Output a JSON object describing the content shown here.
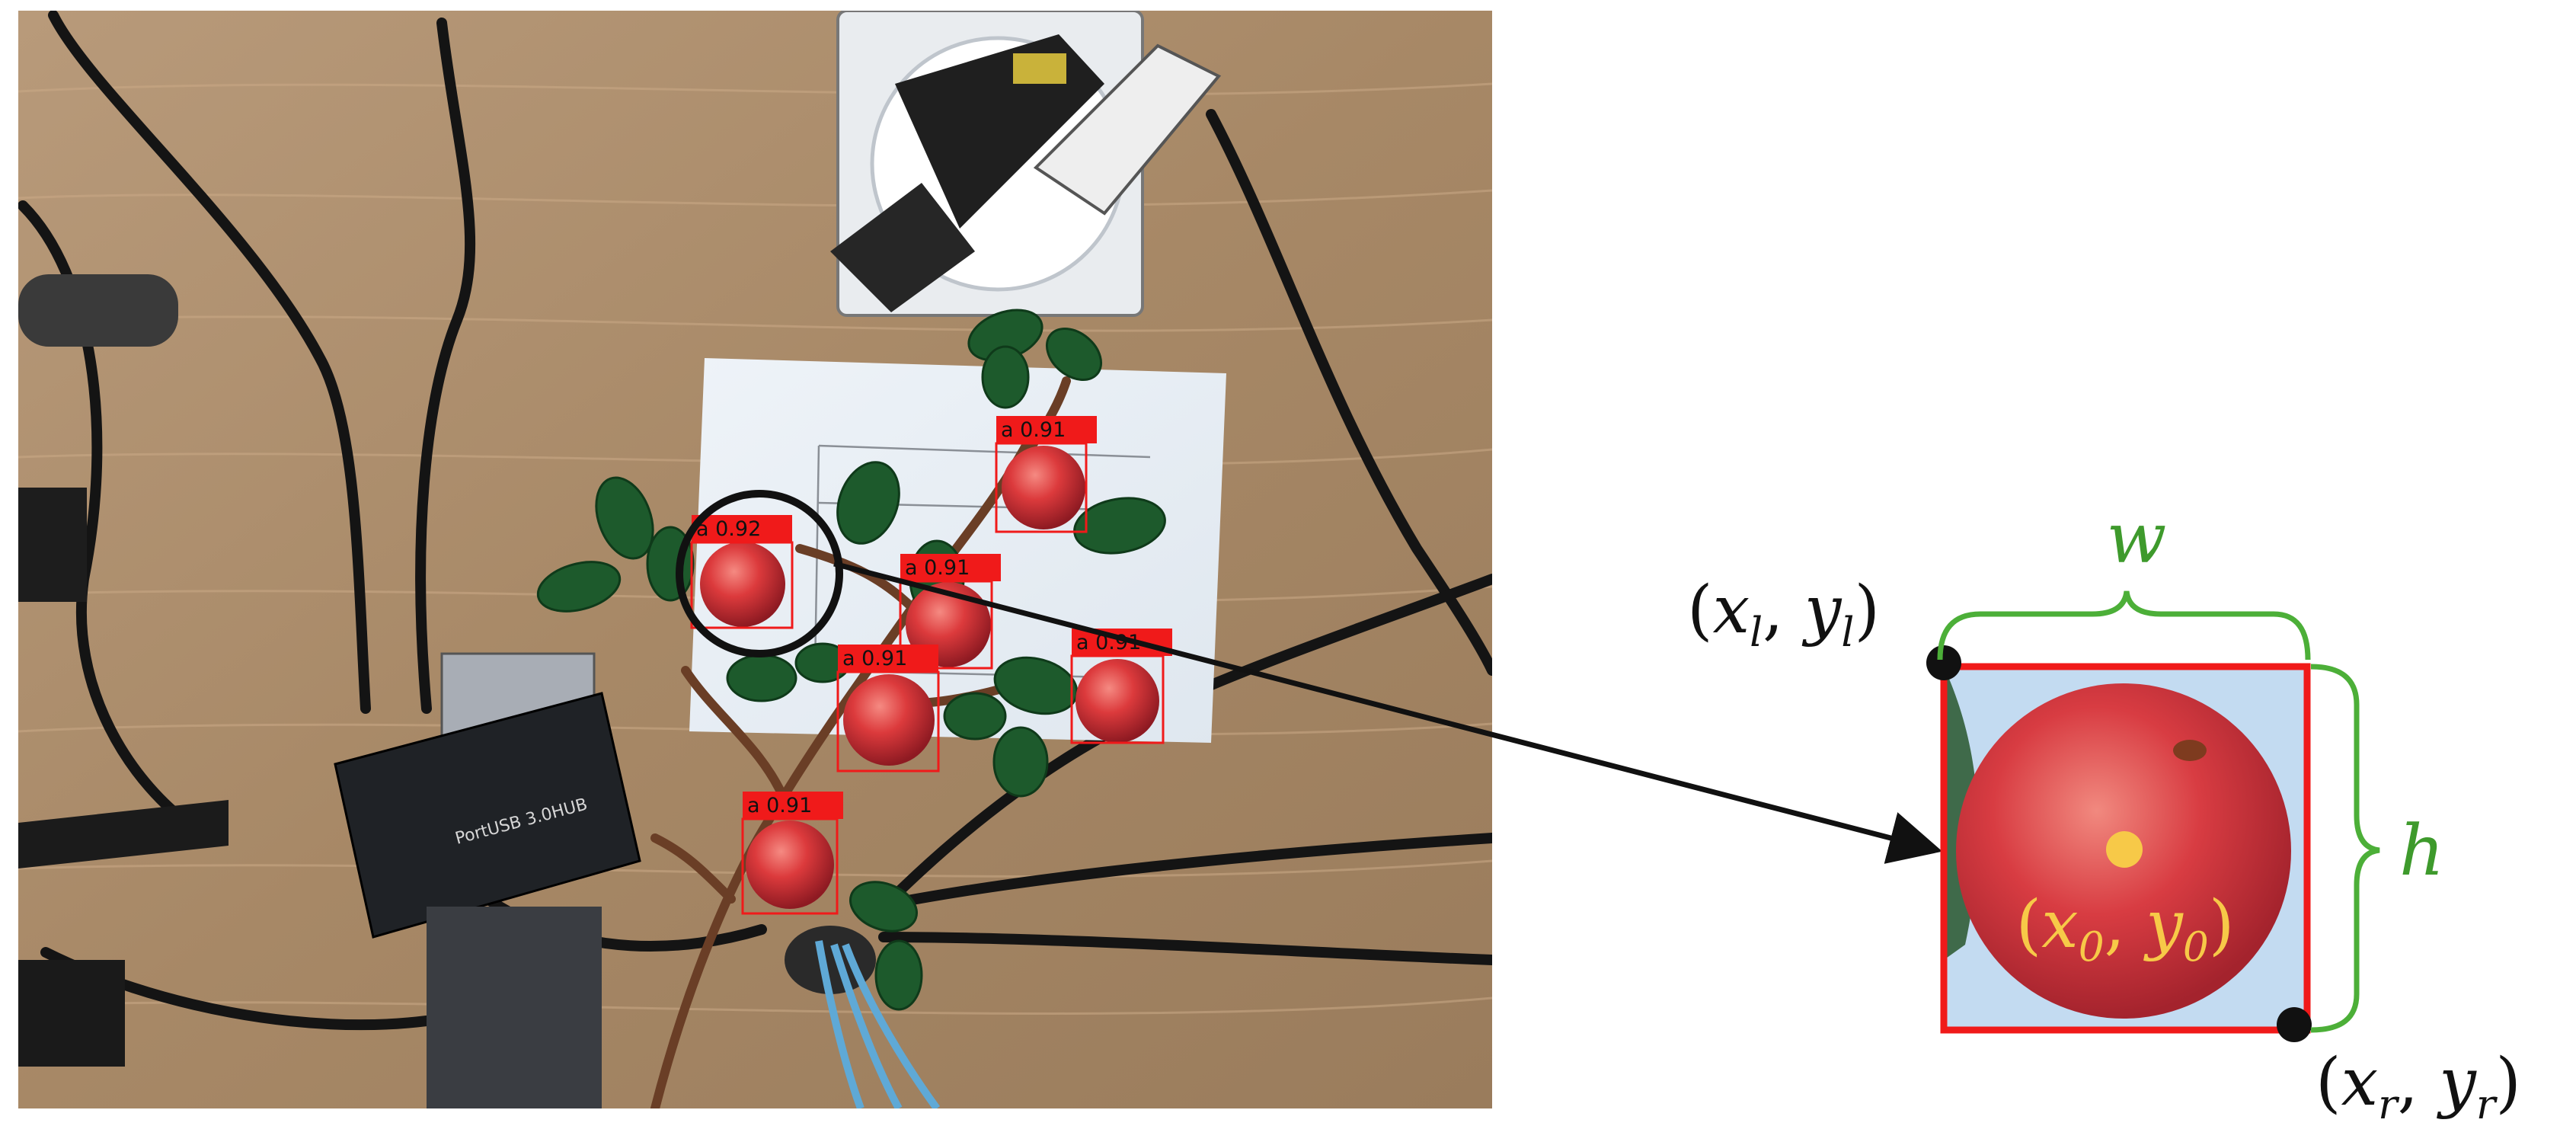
{
  "photo": {
    "detections": [
      {
        "label": "a 0.92",
        "class": "a",
        "score": "0.92"
      },
      {
        "label": "a 0.91",
        "class": "a",
        "score": "0.91"
      },
      {
        "label": "a 0.91",
        "class": "a",
        "score": "0.91"
      },
      {
        "label": "a 0.91",
        "class": "a",
        "score": "0.91"
      },
      {
        "label": "a 0.91",
        "class": "a",
        "score": "0.91"
      },
      {
        "label": "a 0.91",
        "class": "a",
        "score": "0.91"
      }
    ],
    "hub_text": "PortUSB 3.0HUB"
  },
  "zoom": {
    "width_symbol": "w",
    "height_symbol": "h",
    "top_left": {
      "open": "(",
      "x": "x",
      "x_sub": "l",
      "sep": ", ",
      "y": "y",
      "y_sub": "l",
      "close": ")"
    },
    "center": {
      "open": "(",
      "x": "x",
      "x_sub": "0",
      "sep": ", ",
      "y": "y",
      "y_sub": "0",
      "close": ")"
    },
    "bottom_right": {
      "open": "(",
      "x": "x",
      "x_sub": "r",
      "sep": ", ",
      "y": "y",
      "y_sub": "r",
      "close": ")"
    }
  },
  "colors": {
    "box_red": "#f01a1a",
    "brace_green": "#4caf38",
    "symbol_green": "#3e9a2c",
    "center_yellow": "#f7c948",
    "text_black": "#111111"
  }
}
